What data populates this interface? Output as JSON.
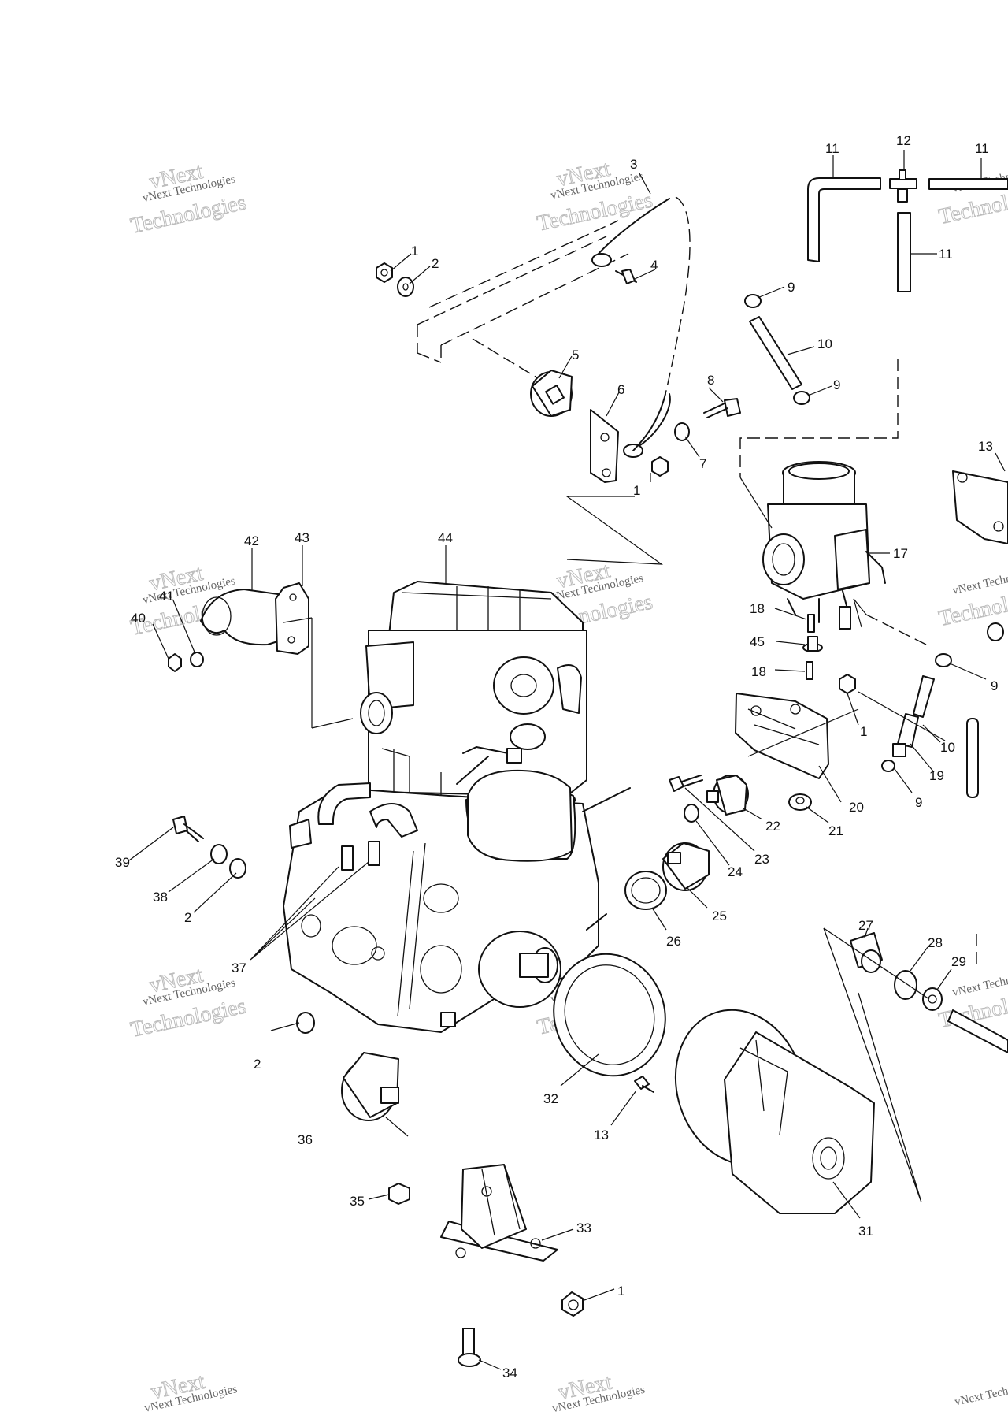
{
  "watermark": {
    "line1": "vNext Technologies",
    "line2": "Technologies",
    "line3": "vNext"
  },
  "callouts": [
    {
      "label": "1"
    },
    {
      "label": "2"
    },
    {
      "label": "3"
    },
    {
      "label": "4"
    },
    {
      "label": "5"
    },
    {
      "label": "6"
    },
    {
      "label": "7"
    },
    {
      "label": "8"
    },
    {
      "label": "9"
    },
    {
      "label": "10"
    },
    {
      "label": "9"
    },
    {
      "label": "11"
    },
    {
      "label": "12"
    },
    {
      "label": "11"
    },
    {
      "label": "11"
    },
    {
      "label": "13"
    },
    {
      "label": "17"
    },
    {
      "label": "18"
    },
    {
      "label": "45"
    },
    {
      "label": "18"
    },
    {
      "label": "1"
    },
    {
      "label": "9"
    },
    {
      "label": "10"
    },
    {
      "label": "19"
    },
    {
      "label": "9"
    },
    {
      "label": "20"
    },
    {
      "label": "21"
    },
    {
      "label": "22"
    },
    {
      "label": "23"
    },
    {
      "label": "24"
    },
    {
      "label": "25"
    },
    {
      "label": "26"
    },
    {
      "label": "27"
    },
    {
      "label": "28"
    },
    {
      "label": "29"
    },
    {
      "label": "31"
    },
    {
      "label": "32"
    },
    {
      "label": "13"
    },
    {
      "label": "33"
    },
    {
      "label": "34"
    },
    {
      "label": "35"
    },
    {
      "label": "36"
    },
    {
      "label": "1"
    },
    {
      "label": "37"
    },
    {
      "label": "2"
    },
    {
      "label": "38"
    },
    {
      "label": "39"
    },
    {
      "label": "2"
    },
    {
      "label": "40"
    },
    {
      "label": "41"
    },
    {
      "label": "42"
    },
    {
      "label": "43"
    },
    {
      "label": "44"
    },
    {
      "label": "1"
    }
  ]
}
